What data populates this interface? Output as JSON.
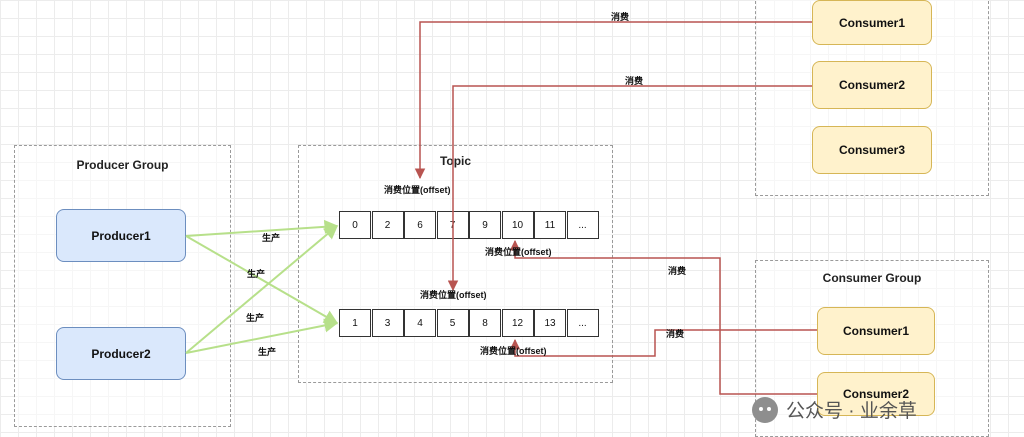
{
  "producer_group": {
    "title": "Producer Group",
    "producers": [
      "Producer1",
      "Producer2"
    ]
  },
  "topic": {
    "title": "Topic",
    "queue1": [
      "0",
      "2",
      "6",
      "7",
      "9",
      "10",
      "11",
      "..."
    ],
    "queue2": [
      "1",
      "3",
      "4",
      "5",
      "8",
      "12",
      "13",
      "..."
    ]
  },
  "consumer_group_top": {
    "consumers": [
      "Consumer1",
      "Consumer2",
      "Consumer3"
    ]
  },
  "consumer_group_bottom": {
    "title": "Consumer Group",
    "consumers": [
      "Consumer1",
      "Consumer2"
    ]
  },
  "labels": {
    "produce": "生产",
    "consume": "消费",
    "offset": "消费位置(offset)"
  },
  "colors": {
    "producer_fill": "#dae8fc",
    "consumer_fill": "#fff2cc",
    "produce_arrow": "#b7e08a",
    "consume_arrow": "#b85450"
  },
  "watermark": {
    "text": "公众号 · 业余草",
    "icon": "wechat-icon"
  }
}
